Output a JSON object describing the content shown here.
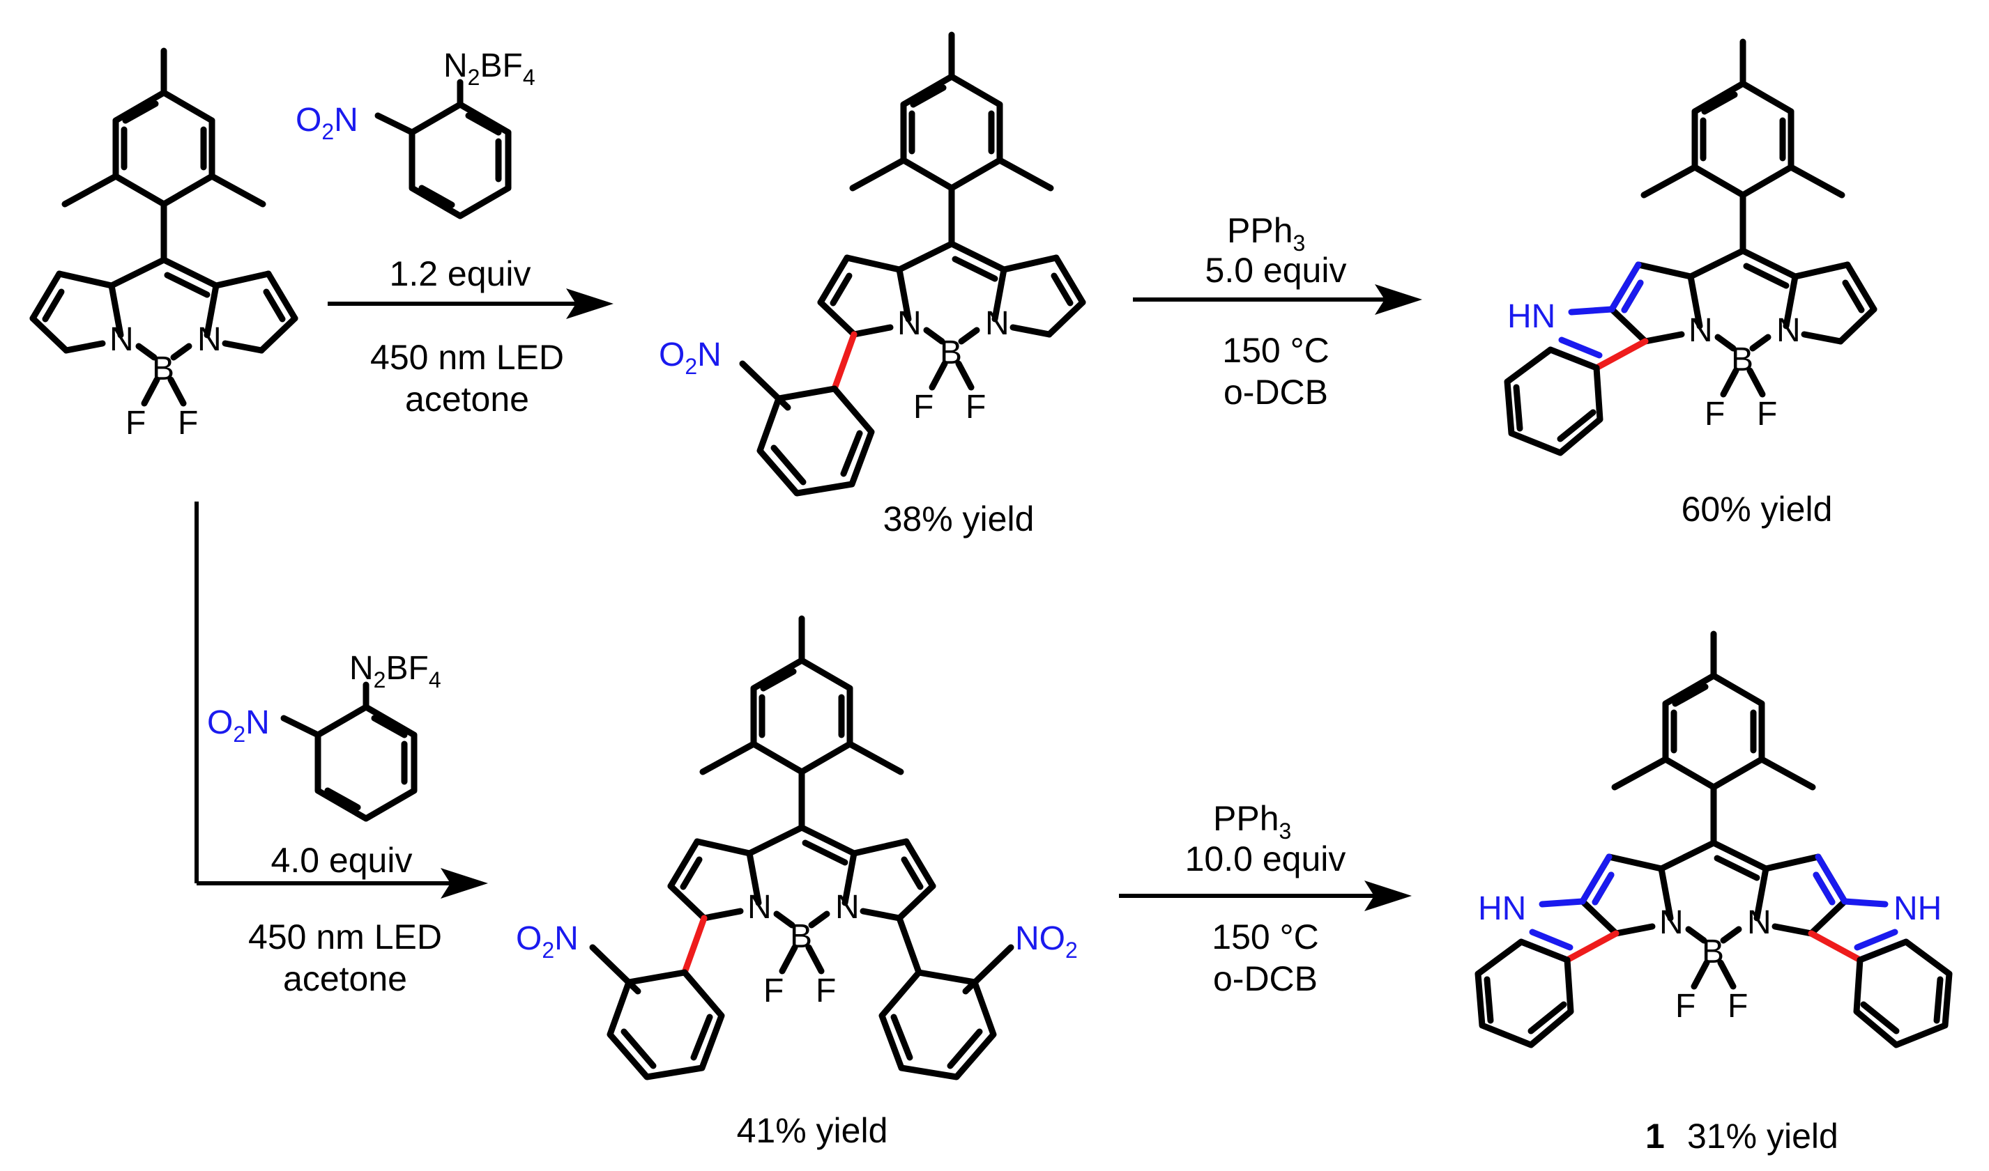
{
  "colors": {
    "bond": "#000000",
    "new_bond": "#ee1c1c",
    "highlight": "#1a1aee",
    "heteroatom_label": "#1a1aee"
  },
  "atoms": {
    "N": "N",
    "B": "B",
    "F": "F",
    "HN": "HN",
    "NH": "NH",
    "O": "O",
    "subscript_2": "2",
    "BF": "BF",
    "subscript_4": "4"
  },
  "reagents": {
    "ph": "PPh",
    "ph_sub": "3"
  },
  "reactions": {
    "top_arrow": {
      "amount": "1.2 equiv",
      "cond1": "450 nm LED",
      "cond2": "acetone"
    },
    "top_right_arrow": {
      "amount": "5.0 equiv",
      "cond1": "150 °C",
      "cond2": "o-DCB"
    },
    "bottom_arrow": {
      "amount": "4.0 equiv",
      "cond1": "450 nm LED",
      "cond2": "acetone"
    },
    "bottom_right_arrow": {
      "amount": "10.0 equiv",
      "cond1": "150 °C",
      "cond2": "o-DCB"
    }
  },
  "yields": {
    "mono_nitro": "38% yield",
    "mono_indole": "60% yield",
    "bis_nitro": "41% yield",
    "compound_number": "1",
    "bis_indole": "31% yield"
  }
}
